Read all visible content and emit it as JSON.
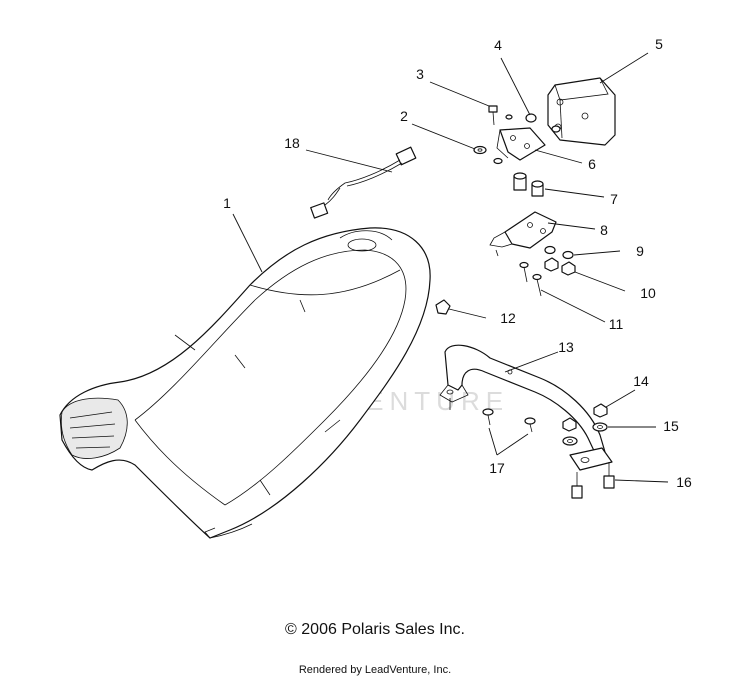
{
  "diagram": {
    "callouts": [
      "1",
      "2",
      "3",
      "4",
      "5",
      "6",
      "7",
      "8",
      "9",
      "10",
      "11",
      "12",
      "13",
      "14",
      "15",
      "16",
      "17",
      "18"
    ],
    "watermark": "LEADVENTURE"
  },
  "footer": {
    "copyright": "© 2006 Polaris Sales Inc.",
    "rendered_by": "Rendered by LeadVenture, Inc."
  }
}
